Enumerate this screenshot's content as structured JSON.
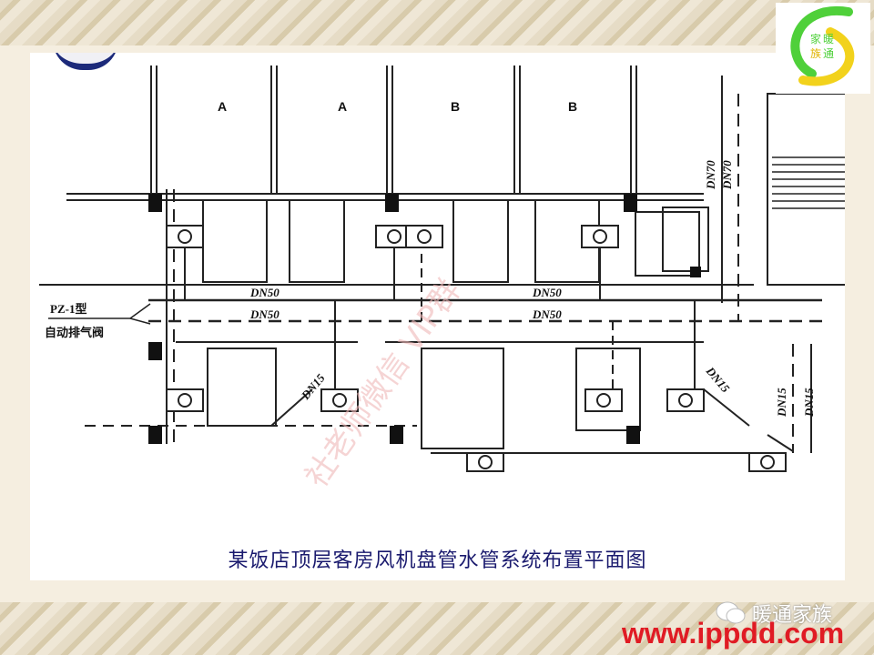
{
  "slide": {
    "caption": "某饭店顶层客房风机盘管水管系统布置平面图"
  },
  "drawing": {
    "room_labels": [
      "A",
      "A",
      "B",
      "B"
    ],
    "pipe_labels": {
      "supply_main": "DN50",
      "return_main": "DN50",
      "supply_main_right": "DN50",
      "return_main_right": "DN50",
      "riser_left": "DN70",
      "riser_right": "DN70",
      "branch_left": "DN15",
      "branch_right": "DN15",
      "riser_branch_1": "DN15",
      "riser_branch_2": "DN15"
    },
    "valve_label_line1": "PZ-1型",
    "valve_label_line2": "自动排气阀",
    "watermark": "社老师微信 VIP群"
  },
  "branding": {
    "logo_chars": [
      "家",
      "暖",
      "族",
      "通"
    ],
    "wechat_name": "暖通家族",
    "site_url": "www.ippdd.com",
    "url_color": "#e01b24",
    "caption_color": "#1a1a6e"
  }
}
